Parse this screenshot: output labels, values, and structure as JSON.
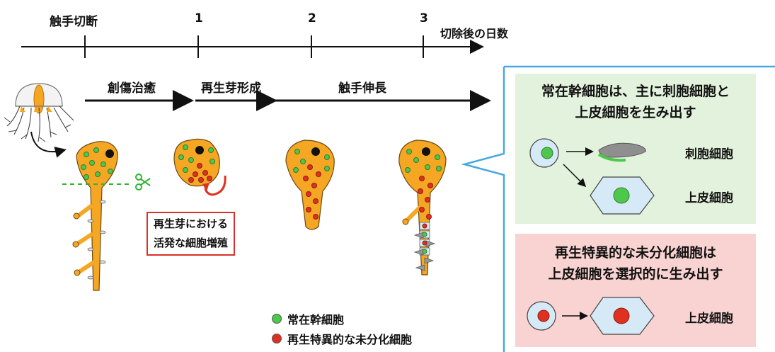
{
  "timeline": {
    "ticks": [
      "触手切断",
      "1",
      "2",
      "3"
    ],
    "axis_label": "切除後の日数"
  },
  "phases": {
    "wound_healing": "創傷治癒",
    "bud_formation": "再生芽形成",
    "elongation": "触手伸長"
  },
  "callout": {
    "line1": "再生芽における",
    "line2": "活発な細胞増殖"
  },
  "legend": {
    "stem": "常在幹細胞",
    "regen": "再生特異的な未分化細胞"
  },
  "panel_top": {
    "title1": "常在幹細胞は、主に刺胞細胞と",
    "title2": "上皮細胞を生み出す",
    "out1": "刺胞細胞",
    "out2": "上皮細胞"
  },
  "panel_bottom": {
    "title1": "再生特異的な未分化細胞は",
    "title2": "上皮細胞を選択的に生み出す",
    "out1": "上皮細胞"
  },
  "colors": {
    "tentacle": "#f5a623",
    "stem_cell": "#4cc94c",
    "regen_cell": "#e03020",
    "panel_green": "#e3f2dc",
    "panel_pink": "#f8d3d1",
    "callout_border": "#4aa8e0",
    "cell_blue": "#d6e9f6"
  }
}
